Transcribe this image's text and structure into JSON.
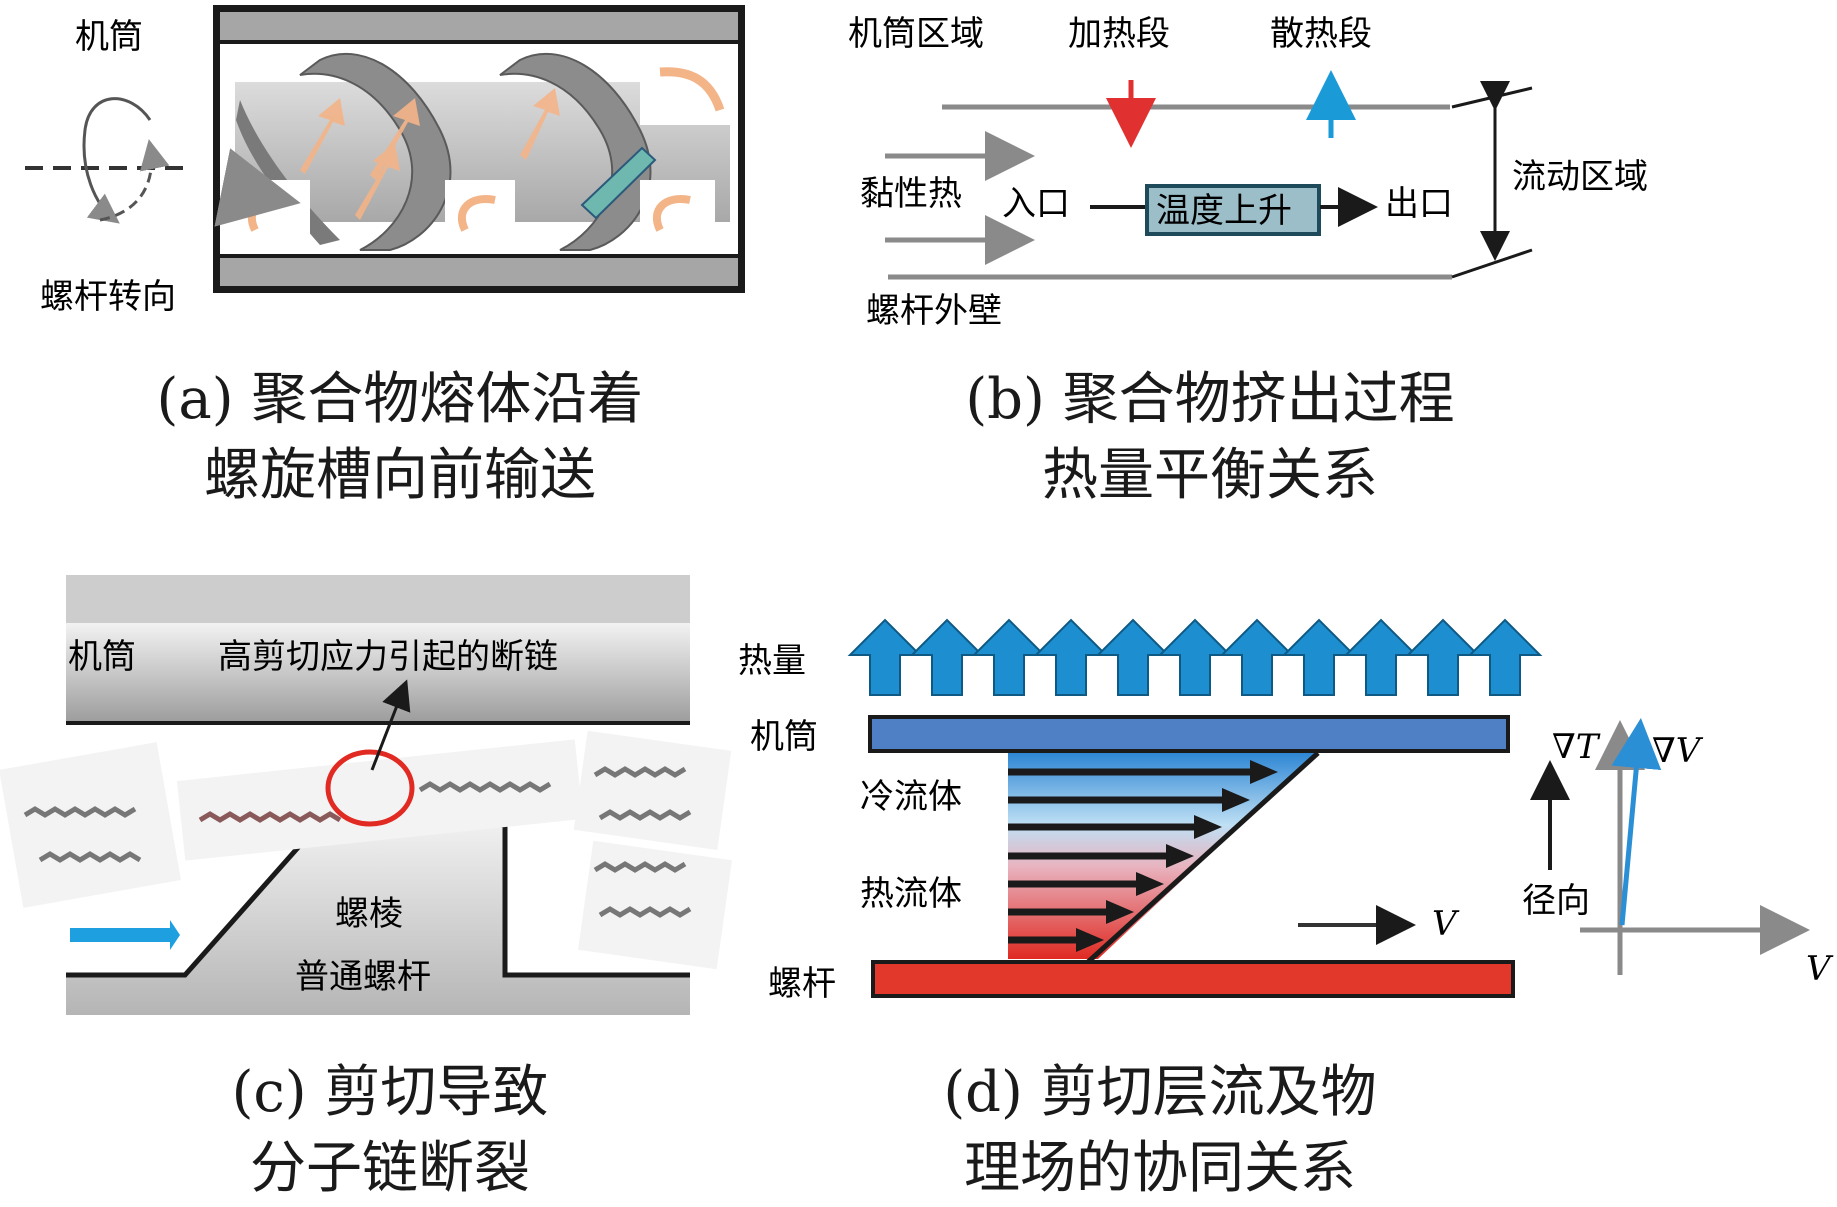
{
  "panel_a": {
    "barrel_label": "机筒",
    "rotation_label": "螺杆转向",
    "caption_line1": "(a) 聚合物熔体沿着",
    "caption_line2": "螺旋槽向前输送"
  },
  "panel_b": {
    "barrel_zone": "机筒区域",
    "heating_section": "加热段",
    "cooling_section": "散热段",
    "viscous_heat": "黏性热",
    "inlet": "入口",
    "temp_rise": "温度上升",
    "outlet": "出口",
    "flow_zone": "流动区域",
    "screw_wall": "螺杆外壁",
    "caption_line1": "(b) 聚合物挤出过程",
    "caption_line2": "热量平衡关系",
    "colors": {
      "heat_arrow": "#e03030",
      "cool_arrow": "#1a9ad6"
    }
  },
  "panel_c": {
    "barrel_label": "机筒",
    "break_label": "高剪切应力引起的断链",
    "flight_label": "螺棱",
    "screw_label": "普通螺杆",
    "caption_line1": "(c) 剪切导致",
    "caption_line2": "分子链断裂"
  },
  "panel_d": {
    "heat_label": "热量",
    "barrel_label": "机筒",
    "cold_fluid": "冷流体",
    "hot_fluid": "热流体",
    "screw_label": "螺杆",
    "velocity_symbol": "V",
    "grad_T": "∇T",
    "grad_V": "∇V",
    "radial_label": "径向",
    "axis_V": "V",
    "caption_line1": "(d) 剪切层流及物",
    "caption_line2": "理场的协同关系",
    "colors": {
      "barrel": "#4f7fc4",
      "screw": "#e2372b",
      "heat_arrows": "#1d8fd0"
    }
  }
}
